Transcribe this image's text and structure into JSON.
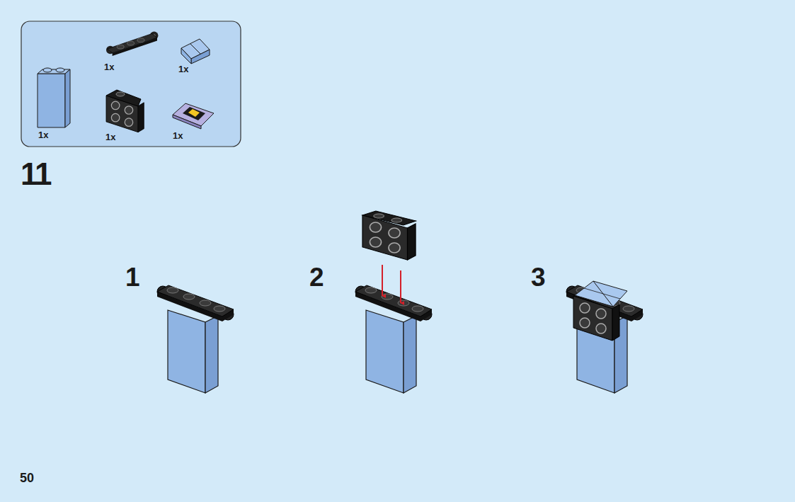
{
  "diagram": {
    "labels": [
      "1x",
      "1x",
      "1x",
      "1x",
      "1x",
      "11",
      "1",
      "2",
      "3",
      "50"
    ]
  }
}
